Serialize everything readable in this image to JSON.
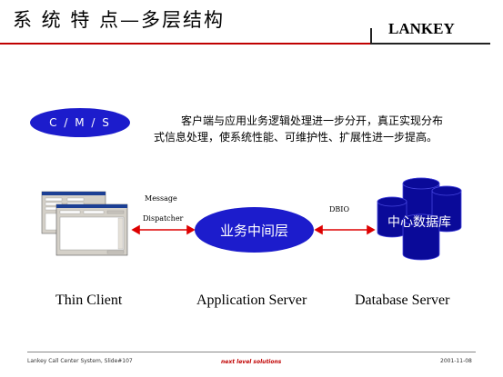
{
  "header": {
    "title": "系 统 特 点—多层结构",
    "brand": "LANKEY"
  },
  "intro": {
    "pill_label": "C / M / S",
    "description": "客户端与应用业务逻辑处理进一步分开，真正实现分布式信息处理，使系统性能、可维护性、扩展性进一步提高。"
  },
  "diagram": {
    "message_label": "Message",
    "dispatcher_label": "Dispatcher",
    "dbio_label": "DBIO",
    "middle_tier": "业务中间层",
    "database": "中心数据库",
    "colors": {
      "blue": "#1c1ccc",
      "arrow": "#dd0000",
      "cylinder": "#0a0a99"
    }
  },
  "columns": {
    "client": "Thin Client",
    "app": "Application Server",
    "db": "Database Server"
  },
  "footer": {
    "left": "Lankey Call Center System, Slide#107",
    "center": "next level solutions",
    "right": "2001-11-08"
  }
}
